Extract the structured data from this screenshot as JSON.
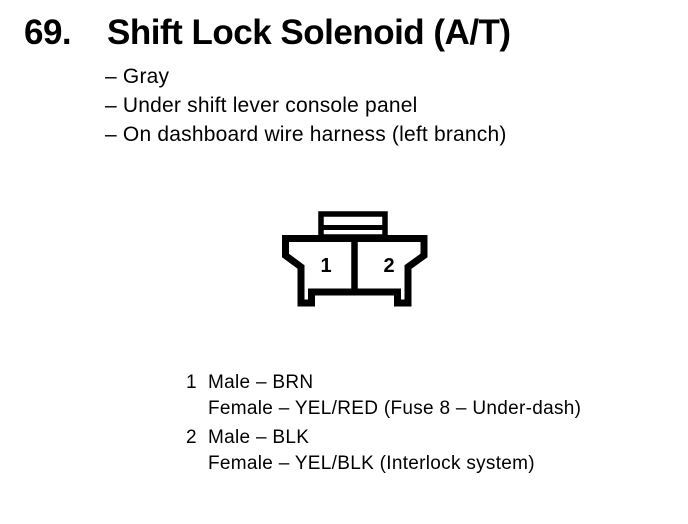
{
  "page": {
    "item_number": "69.",
    "title": "Shift Lock Solenoid (A/T)",
    "details": [
      "– Gray",
      "– Under shift lever console panel",
      "– On dashboard wire harness (left branch)"
    ],
    "connector": {
      "cavity_labels": [
        "1",
        "2"
      ]
    },
    "pins": [
      {
        "number": "1",
        "male": "Male – BRN",
        "female": "Female – YEL/RED (Fuse 8 – Under-dash)"
      },
      {
        "number": "2",
        "male": "Male – BLK",
        "female": "Female – YEL/BLK (Interlock system)"
      }
    ],
    "colors": {
      "ink": "#000000",
      "paper": "#ffffff"
    }
  }
}
